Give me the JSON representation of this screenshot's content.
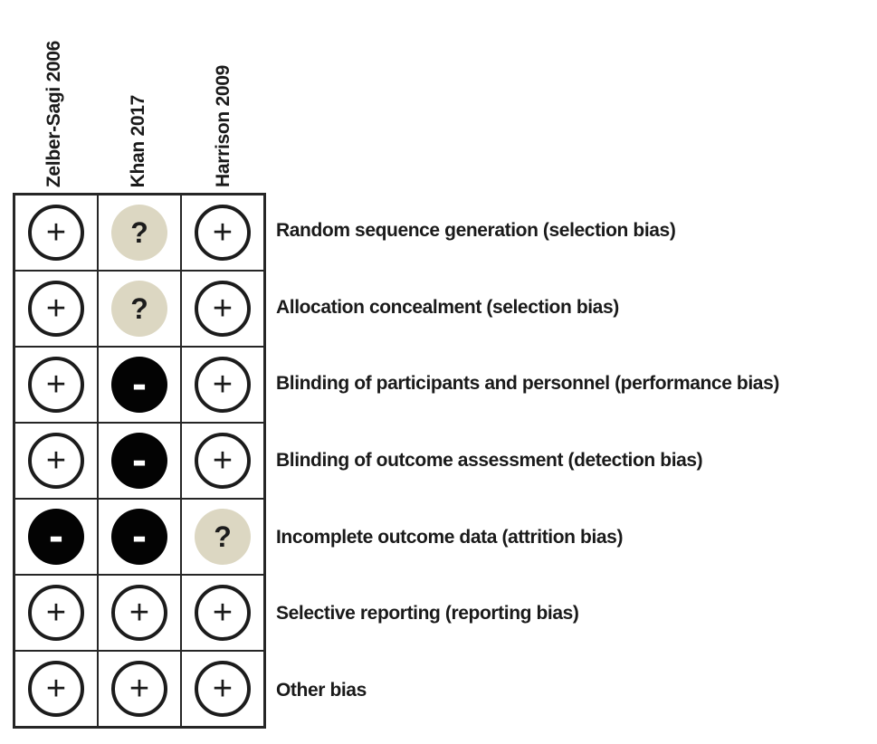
{
  "chart_data": {
    "type": "table",
    "description_visible_symbols": [
      "+",
      "?",
      "-"
    ],
    "columns": [
      "Zelber-Sagi 2006",
      "Khan 2017",
      "Harrison 2009"
    ],
    "rows": [
      "Random sequence generation (selection bias)",
      "Allocation concealment (selection bias)",
      "Blinding of participants and personnel (performance bias)",
      "Blinding of outcome assessment (detection bias)",
      "Incomplete outcome data (attrition bias)",
      "Selective reporting (reporting bias)",
      "Other bias"
    ],
    "values": [
      [
        "+",
        "?",
        "+"
      ],
      [
        "+",
        "?",
        "+"
      ],
      [
        "+",
        "-",
        "+"
      ],
      [
        "+",
        "-",
        "+"
      ],
      [
        "-",
        "-",
        "?"
      ],
      [
        "+",
        "+",
        "+"
      ],
      [
        "+",
        "+",
        "+"
      ]
    ],
    "colors": {
      "plus_circle_fill": "#ffffff",
      "plus_circle_outline": "#1c1c1c",
      "question_circle_fill": "#dcd7c2",
      "minus_circle_fill": "#030303",
      "grid_line": "#262626",
      "text": "#1a1a1a",
      "background": "#ffffff"
    }
  }
}
